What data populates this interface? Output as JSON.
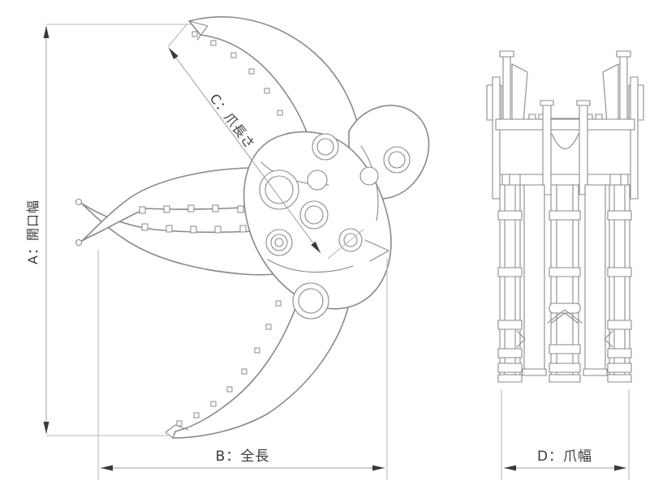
{
  "figure": {
    "background_color": "#ffffff",
    "drawing_line_color": "#8a8a8a",
    "dimension_line_color": "#9e9e9e",
    "arrow_color": "#3a3a3a",
    "label_color": "#3a3a3a"
  },
  "side_view": {
    "dimension_a_label": "A：開口幅",
    "dimension_b_label": "B：全長",
    "dimension_c_label": "C：爪長さ"
  },
  "front_view": {
    "dimension_d_label": "D：爪幅"
  }
}
